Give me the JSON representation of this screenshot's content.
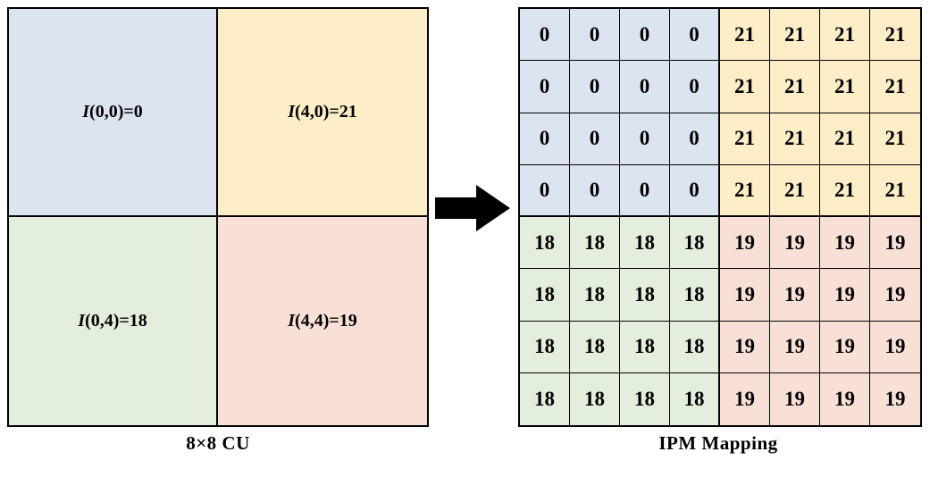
{
  "diagram": {
    "colors": {
      "blue": "#dce4f2",
      "yellow": "#fdeec8",
      "green": "#e3efdc",
      "pink": "#f9e0d7",
      "border": "#000000",
      "arrow": "#000000"
    },
    "arrow_icon": "right-arrow-icon",
    "cu": {
      "caption": "8×8 CU",
      "quadrants": [
        {
          "label_html": "<i>I</i>(0,0)=0",
          "color_key": "blue"
        },
        {
          "label_html": "<i>I</i>(4,0)=21",
          "color_key": "yellow"
        },
        {
          "label_html": "<i>I</i>(0,4)=18",
          "color_key": "green"
        },
        {
          "label_html": "<i>I</i>(4,4)=19",
          "color_key": "pink"
        }
      ]
    },
    "ipm": {
      "caption": "IPM Mapping",
      "rows": [
        [
          "0",
          "0",
          "0",
          "0",
          "21",
          "21",
          "21",
          "21"
        ],
        [
          "0",
          "0",
          "0",
          "0",
          "21",
          "21",
          "21",
          "21"
        ],
        [
          "0",
          "0",
          "0",
          "0",
          "21",
          "21",
          "21",
          "21"
        ],
        [
          "0",
          "0",
          "0",
          "0",
          "21",
          "21",
          "21",
          "21"
        ],
        [
          "18",
          "18",
          "18",
          "18",
          "19",
          "19",
          "19",
          "19"
        ],
        [
          "18",
          "18",
          "18",
          "18",
          "19",
          "19",
          "19",
          "19"
        ],
        [
          "18",
          "18",
          "18",
          "18",
          "19",
          "19",
          "19",
          "19"
        ],
        [
          "18",
          "18",
          "18",
          "18",
          "19",
          "19",
          "19",
          "19"
        ]
      ],
      "row_colors": [
        [
          "blue",
          "blue",
          "blue",
          "blue",
          "yellow",
          "yellow",
          "yellow",
          "yellow"
        ],
        [
          "blue",
          "blue",
          "blue",
          "blue",
          "yellow",
          "yellow",
          "yellow",
          "yellow"
        ],
        [
          "blue",
          "blue",
          "blue",
          "blue",
          "yellow",
          "yellow",
          "yellow",
          "yellow"
        ],
        [
          "blue",
          "blue",
          "blue",
          "blue",
          "yellow",
          "yellow",
          "yellow",
          "yellow"
        ],
        [
          "green",
          "green",
          "green",
          "green",
          "pink",
          "pink",
          "pink",
          "pink"
        ],
        [
          "green",
          "green",
          "green",
          "green",
          "pink",
          "pink",
          "pink",
          "pink"
        ],
        [
          "green",
          "green",
          "green",
          "green",
          "pink",
          "pink",
          "pink",
          "pink"
        ],
        [
          "green",
          "green",
          "green",
          "green",
          "pink",
          "pink",
          "pink",
          "pink"
        ]
      ]
    }
  }
}
